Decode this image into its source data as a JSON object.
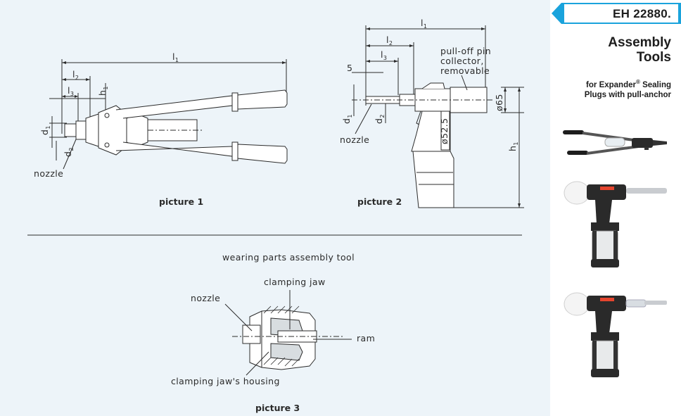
{
  "header": {
    "code": "EH 22880.",
    "title_line1": "Assembly",
    "title_line2": "Tools",
    "subtitle_line1_pre": "for Expander",
    "subtitle_reg": "®",
    "subtitle_line1_post": " Sealing",
    "subtitle_line2": "Plugs with pull-anchor"
  },
  "colors": {
    "accent": "#1aa3dc",
    "panel": "#edf4f9",
    "line": "#2b2b2b"
  },
  "picture1": {
    "caption": "picture 1",
    "nozzle_label": "nozzle",
    "dims": {
      "l": "l",
      "l1": "1",
      "l2": "2",
      "l3": "3",
      "h": "h",
      "h1": "1",
      "d": "d",
      "d1": "1",
      "d2": "2"
    }
  },
  "picture2": {
    "caption": "picture 2",
    "collector_line1": "pull-off pin",
    "collector_line2": "collector,",
    "collector_line3": "removable",
    "dim_5": "5",
    "dim_phi65": "ø65",
    "dim_phi52": "ø52.5",
    "nozzle_label": "nozzle"
  },
  "picture3": {
    "heading": "wearing parts assembly tool",
    "clamping_jaw": "clamping jaw",
    "nozzle": "nozzle",
    "ram": "ram",
    "housing": "clamping jaw's housing",
    "caption": "picture 3"
  },
  "photos": [
    {
      "icon": "hand-riveter-photo"
    },
    {
      "icon": "pneumatic-riveter-photo"
    },
    {
      "icon": "pneumatic-riveter-photo-alt"
    }
  ]
}
